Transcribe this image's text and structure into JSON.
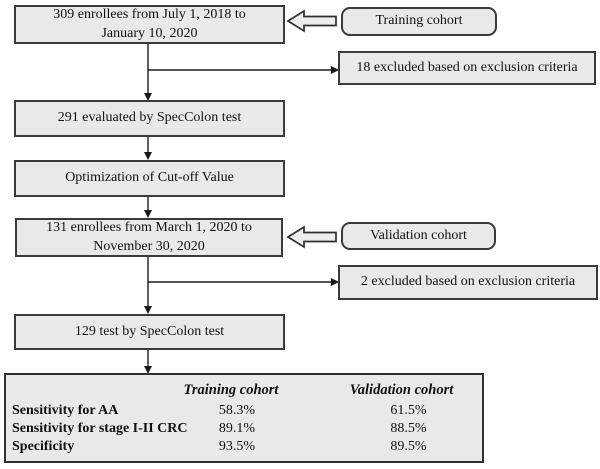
{
  "flow": {
    "training_enroll": [
      "309 enrollees from July 1, 2018 to",
      "January 10, 2020"
    ],
    "training_cohort_label": "Training cohort",
    "training_excluded": "18 excluded based on exclusion criteria",
    "evaluated": "291 evaluated by SpecColon test",
    "cutoff": "Optimization of Cut-off Value",
    "validation_enroll": [
      "131 enrollees from March 1, 2020 to",
      "November 30, 2020"
    ],
    "validation_cohort_label": "Validation cohort",
    "validation_excluded": "2 excluded based on exclusion criteria",
    "tested": "129 test by SpecColon test"
  },
  "results_table": {
    "headers": {
      "training": "Training cohort",
      "validation": "Validation cohort"
    },
    "rows": [
      {
        "label": "Sensitivity for AA",
        "training": "58.3%",
        "validation": "61.5%"
      },
      {
        "label": "Sensitivity for stage I-II CRC",
        "training": "89.1%",
        "validation": "88.5%"
      },
      {
        "label": "Specificity",
        "training": "93.5%",
        "validation": "89.5%"
      }
    ]
  },
  "colors": {
    "box_fill": "#e9e9e9",
    "border": "#3a3a3a",
    "connector": "#1a1a1a",
    "background": "#ffffff",
    "text": "#111111"
  }
}
